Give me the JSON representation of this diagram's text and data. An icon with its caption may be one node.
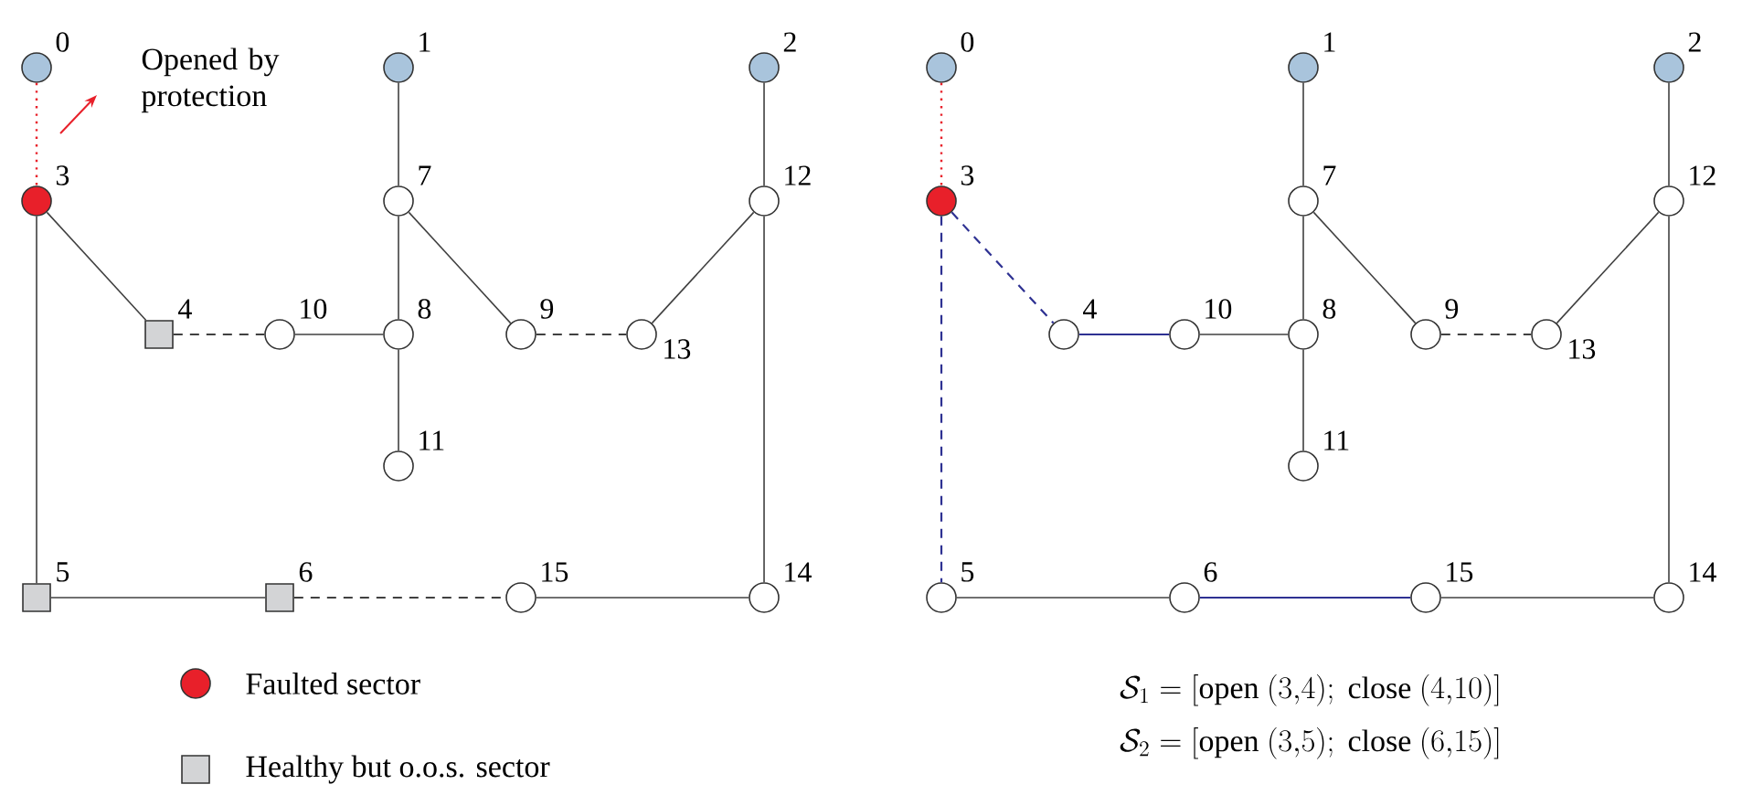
{
  "diagram": {
    "nodes": [
      {
        "text": [],
        "shape": "circle",
        "beside": [
          "0"
        ]
      },
      {
        "text": [],
        "shape": "circle",
        "beside": [
          "1"
        ]
      },
      {
        "text": [],
        "shape": "circle",
        "beside": [
          "2"
        ]
      },
      {
        "text": [],
        "shape": "circle",
        "beside": [
          "3"
        ]
      },
      {
        "text": [],
        "shape": "box",
        "beside": [
          "4"
        ]
      },
      {
        "text": [],
        "shape": "box",
        "beside": [
          "5"
        ]
      },
      {
        "text": [],
        "shape": "box",
        "beside": [
          "6"
        ]
      },
      {
        "text": [],
        "shape": "circle",
        "beside": [
          "7"
        ]
      },
      {
        "text": [],
        "shape": "circle",
        "beside": [
          "8"
        ]
      },
      {
        "text": [],
        "shape": "circle",
        "beside": [
          "9"
        ]
      },
      {
        "text": [],
        "shape": "circle",
        "beside": [
          "10"
        ]
      },
      {
        "text": [],
        "shape": "circle",
        "beside": [
          "11"
        ]
      },
      {
        "text": [],
        "shape": "circle",
        "beside": [
          "12"
        ]
      },
      {
        "text": [],
        "shape": "circle",
        "beside": [
          "13"
        ]
      },
      {
        "text": [],
        "shape": "circle",
        "beside": [
          "14"
        ]
      },
      {
        "text": [],
        "shape": "circle",
        "beside": [
          "15"
        ]
      },
      {
        "text": [],
        "shape": "circle",
        "beside": [
          "0"
        ]
      },
      {
        "text": [],
        "shape": "circle",
        "beside": [
          "1"
        ]
      },
      {
        "text": [],
        "shape": "circle",
        "beside": [
          "2"
        ]
      },
      {
        "text": [],
        "shape": "circle",
        "beside": [
          "3"
        ]
      },
      {
        "text": [],
        "shape": "circle",
        "beside": [
          "4"
        ]
      },
      {
        "text": [],
        "shape": "circle",
        "beside": [
          "5"
        ]
      },
      {
        "text": [],
        "shape": "circle",
        "beside": [
          "6"
        ]
      },
      {
        "text": [],
        "shape": "circle",
        "beside": [
          "7"
        ]
      },
      {
        "text": [],
        "shape": "circle",
        "beside": [
          "8"
        ]
      },
      {
        "text": [],
        "shape": "circle",
        "beside": [
          "9"
        ]
      },
      {
        "text": [],
        "shape": "circle",
        "beside": [
          "10"
        ]
      },
      {
        "text": [],
        "shape": "circle",
        "beside": [
          "11"
        ]
      },
      {
        "text": [],
        "shape": "circle",
        "beside": [
          "12"
        ]
      },
      {
        "text": [],
        "shape": "circle",
        "beside": [
          "13"
        ]
      },
      {
        "text": [],
        "shape": "circle",
        "beside": [
          "14"
        ]
      },
      {
        "text": [],
        "shape": "circle",
        "beside": [
          "15"
        ]
      }
    ],
    "edges": [
      {
        "from": 0,
        "to": 3,
        "arrow": "none",
        "style": "dashed",
        "color": "#e8202a"
      },
      {
        "from": 1,
        "to": 7,
        "arrow": "none"
      },
      {
        "from": 2,
        "to": 12,
        "arrow": "none"
      },
      {
        "from": 3,
        "to": 4,
        "arrow": "none"
      },
      {
        "from": 3,
        "to": 5,
        "arrow": "none"
      },
      {
        "from": 4,
        "to": 10,
        "arrow": "none",
        "style": "dashed"
      },
      {
        "from": 10,
        "to": 8,
        "arrow": "none"
      },
      {
        "from": 7,
        "to": 8,
        "arrow": "none"
      },
      {
        "from": 7,
        "to": 9,
        "arrow": "none"
      },
      {
        "from": 8,
        "to": 11,
        "arrow": "none"
      },
      {
        "from": 9,
        "to": 13,
        "arrow": "none",
        "style": "dashed"
      },
      {
        "from": 12,
        "to": 13,
        "arrow": "none"
      },
      {
        "from": 12,
        "to": 14,
        "arrow": "none"
      },
      {
        "from": 5,
        "to": 6,
        "arrow": "none"
      },
      {
        "from": 6,
        "to": 15,
        "arrow": "none",
        "style": "dashed"
      },
      {
        "from": 15,
        "to": 14,
        "arrow": "none"
      },
      {
        "from": 16,
        "to": 19,
        "arrow": "none",
        "style": "dashed",
        "color": "#e8202a"
      },
      {
        "from": 17,
        "to": 23,
        "arrow": "none"
      },
      {
        "from": 18,
        "to": 28,
        "arrow": "none"
      },
      {
        "from": 19,
        "to": 20,
        "arrow": "none",
        "style": "dashed",
        "color": "#2e3192"
      },
      {
        "from": 19,
        "to": 21,
        "arrow": "none",
        "style": "dashed",
        "color": "#2e3192"
      },
      {
        "from": 20,
        "to": 26,
        "arrow": "none",
        "color": "#2e3192"
      },
      {
        "from": 26,
        "to": 24,
        "arrow": "none"
      },
      {
        "from": 23,
        "to": 24,
        "arrow": "none"
      },
      {
        "from": 23,
        "to": 25,
        "arrow": "none"
      },
      {
        "from": 24,
        "to": 27,
        "arrow": "none"
      },
      {
        "from": 25,
        "to": 29,
        "arrow": "none",
        "style": "dashed"
      },
      {
        "from": 28,
        "to": 29,
        "arrow": "none"
      },
      {
        "from": 28,
        "to": 30,
        "arrow": "none"
      },
      {
        "from": 21,
        "to": 22,
        "arrow": "none"
      },
      {
        "from": 22,
        "to": 31,
        "arrow": "none",
        "color": "#2e3192"
      },
      {
        "from": 31,
        "to": 30,
        "arrow": "none"
      }
    ],
    "labels": [
      "Opened by protection",
      "\\mathcal{S}_1 = [\\mathrm{open}\\ (3{,}4);\\ \\mathrm{close}\\ (4{,}10)]",
      "\\mathcal{S}_2 = [\\mathrm{open}\\ (3{,}5);\\ \\mathrm{close}\\ (6{,}15)]"
    ],
    "legend": [
      {
        "text": "Faulted sector",
        "color": "#e8202a"
      },
      {
        "text": "Healthy but o.o.s. sector",
        "color": "#d3d4d6"
      }
    ]
  }
}
